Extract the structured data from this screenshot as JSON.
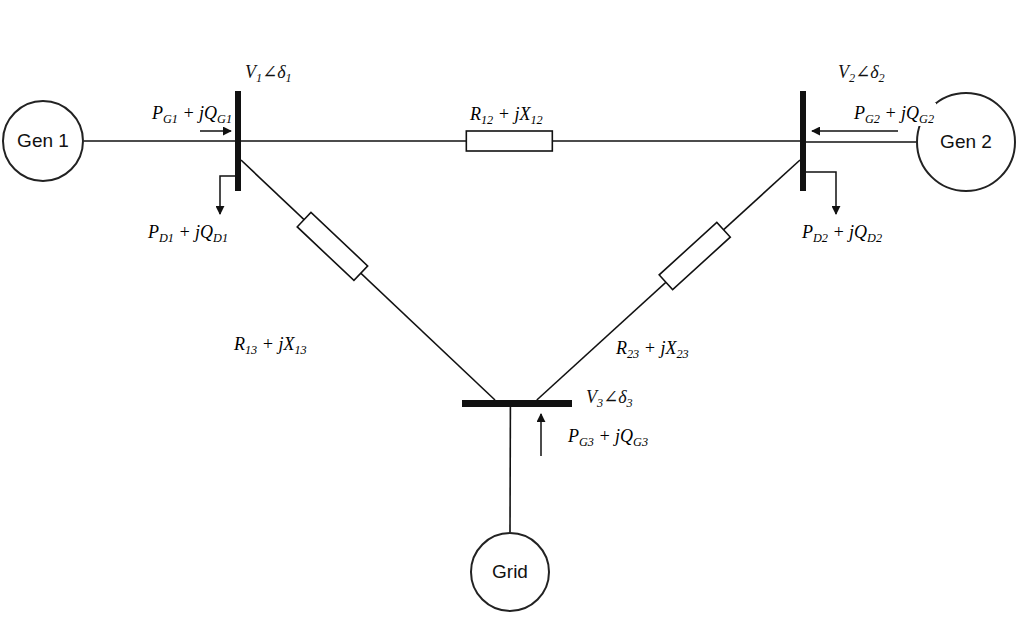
{
  "diagram": {
    "nodes": [
      {
        "text": [
          "Gen 1"
        ]
      },
      {
        "text": [
          "V1∠δ1"
        ]
      },
      {
        "text": [
          "V2∠δ2"
        ]
      },
      {
        "text": [
          "Gen 2"
        ]
      },
      {
        "text": [
          "V3∠δ3"
        ]
      },
      {
        "text": [
          "Grid"
        ]
      }
    ],
    "edges": [
      {
        "from": 0,
        "to": 1,
        "label": "PG1 + jQG1",
        "arrow": "none"
      },
      {
        "from": 1,
        "to": 2,
        "label": "R12 + jX12",
        "arrow": "none"
      },
      {
        "from": 3,
        "to": 2,
        "label": "PG2 + jQG2",
        "arrow": "none"
      },
      {
        "from": 1,
        "to": 4,
        "label": "R13 + jX13",
        "arrow": "none"
      },
      {
        "from": 2,
        "to": 4,
        "label": "R23 + jX23",
        "arrow": "none"
      },
      {
        "from": 5,
        "to": 4,
        "label": "PG3 + jQG3",
        "arrow": "none"
      }
    ],
    "labels": [
      "PD1 + jQD1",
      "PD2 + jQD2"
    ]
  }
}
